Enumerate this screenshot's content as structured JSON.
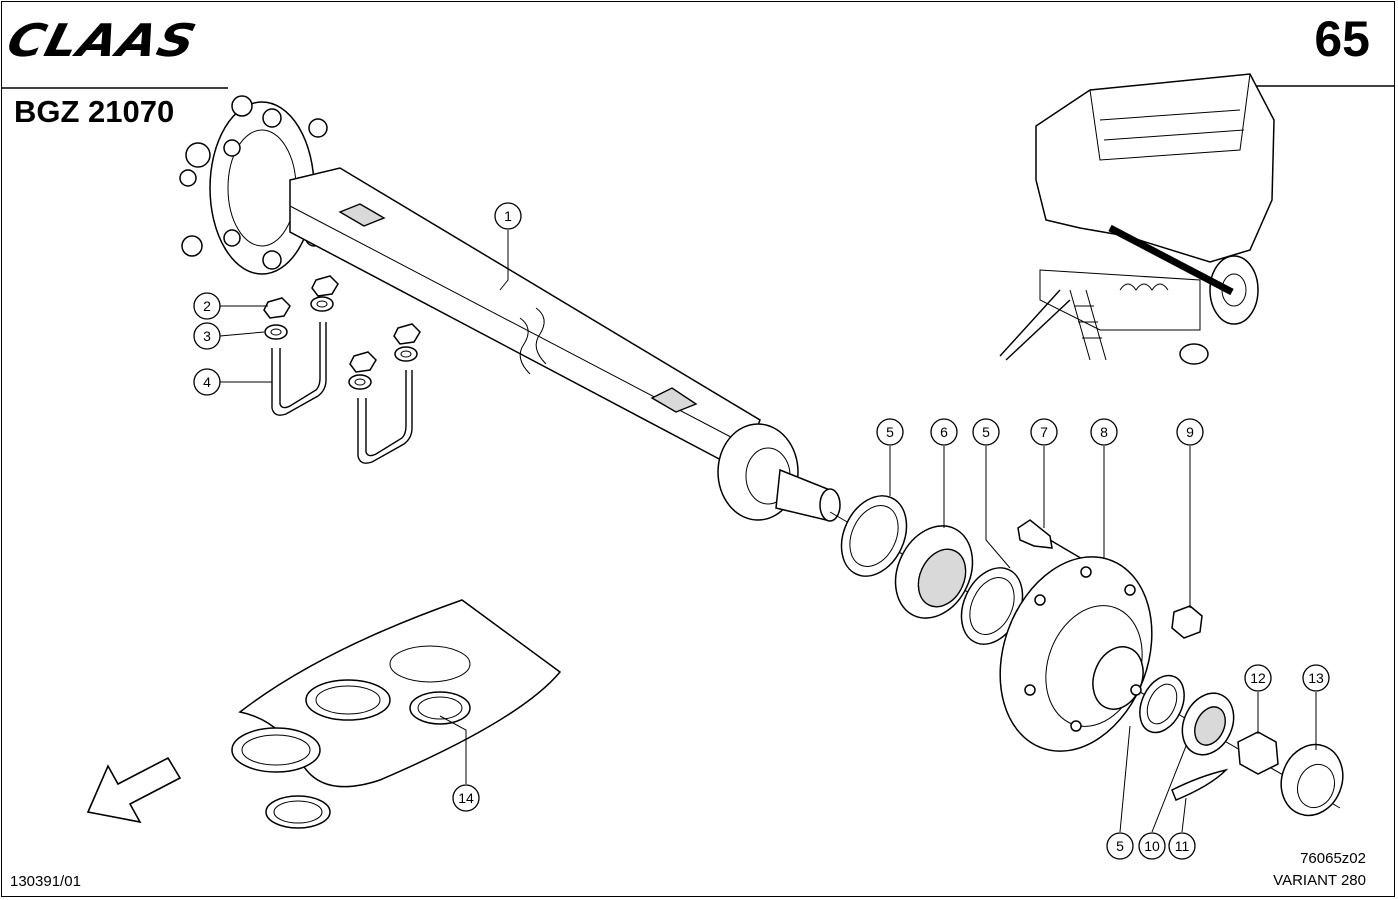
{
  "header": {
    "brand": "CLAAS",
    "page_number": "65",
    "doc_code": "BGZ 21070"
  },
  "footer": {
    "doc_ref": "130391/01",
    "figure_code": "76065z02",
    "model": "VARIANT 280"
  },
  "callouts": [
    {
      "id": "c1",
      "label": "1"
    },
    {
      "id": "c2",
      "label": "2"
    },
    {
      "id": "c3",
      "label": "3"
    },
    {
      "id": "c4",
      "label": "4"
    },
    {
      "id": "c5a",
      "label": "5"
    },
    {
      "id": "c6",
      "label": "6"
    },
    {
      "id": "c5b",
      "label": "5"
    },
    {
      "id": "c7",
      "label": "7"
    },
    {
      "id": "c8",
      "label": "8"
    },
    {
      "id": "c9",
      "label": "9"
    },
    {
      "id": "c12",
      "label": "12"
    },
    {
      "id": "c13",
      "label": "13"
    },
    {
      "id": "c14",
      "label": "14"
    },
    {
      "id": "c5c",
      "label": "5"
    },
    {
      "id": "c10",
      "label": "10"
    },
    {
      "id": "c11",
      "label": "11"
    }
  ],
  "icons": {
    "direction_arrow": "arrow-down-left-icon"
  }
}
